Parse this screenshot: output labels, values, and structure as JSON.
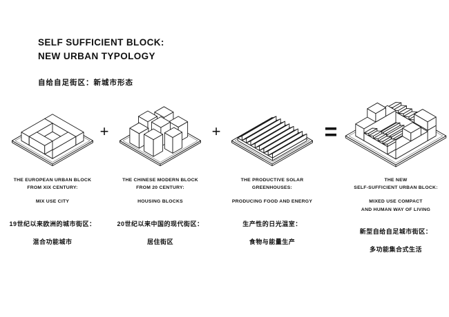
{
  "title": {
    "lines": [
      "SELF SUFFICIENT BLOCK:",
      "NEW URBAN TYPOLOGY"
    ],
    "subtitle_zh": "自给自足街区：新城市形态"
  },
  "operators": {
    "plus": "+",
    "equals": "="
  },
  "colors": {
    "ink": "#1a1a1a",
    "background": "#ffffff"
  },
  "figures": [
    {
      "name": "european-urban-block-drawing"
    },
    {
      "name": "chinese-modern-block-drawing"
    },
    {
      "name": "solar-greenhouses-drawing"
    },
    {
      "name": "new-self-sufficient-block-drawing"
    }
  ],
  "columns": [
    {
      "title_lines": [
        "THE EUROPEAN URBAN BLOCK",
        "FROM XIX CENTURY:"
      ],
      "desc_lines": [
        "MIX USE CITY"
      ],
      "zh_lines": [
        "19世纪以来欧洲的城市街区：",
        "混合功能城市"
      ]
    },
    {
      "title_lines": [
        "THE CHINESE MODERN BLOCK",
        "FROM 20 CENTURY:"
      ],
      "desc_lines": [
        "HOUSING BLOCKS"
      ],
      "zh_lines": [
        "20世纪以来中国的现代街区：",
        "居住街区"
      ]
    },
    {
      "title_lines": [
        "THE PRODUCTIVE SOLAR",
        "GREENHOUSES:"
      ],
      "desc_lines": [
        "PRODUCING FOOD AND ENERGY"
      ],
      "zh_lines": [
        "生产性的日光温室：",
        "食物与能量生产"
      ]
    },
    {
      "title_lines": [
        "THE NEW",
        "SELF-SUFFICIENT URBAN BLOCK:"
      ],
      "desc_lines": [
        "MIXED USE COMPACT",
        "AND HUMAN WAY OF LIVING"
      ],
      "zh_lines": [
        "新型自给自足城市街区：",
        "多功能集合式生活"
      ]
    }
  ]
}
